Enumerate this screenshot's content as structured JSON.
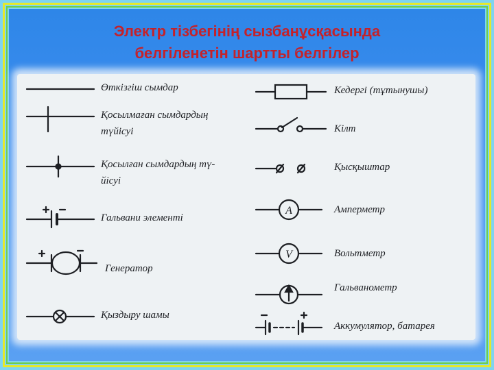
{
  "title": {
    "line1": "Электр тізбегінің сызбанұсқасында",
    "line2": "белгіленетін шартты белгілер"
  },
  "symbols_left": [
    {
      "label": "Өткізгіш сымдар",
      "icon": "wire-icon"
    },
    {
      "label": "Қосылмаған сымдардың",
      "label2": "түйісуі",
      "icon": "unconnected-wires-icon"
    },
    {
      "label": "Қосылған сымдардың тү-",
      "label2": "йісуі",
      "icon": "connected-wires-icon"
    },
    {
      "label": "Гальвани элементі",
      "icon": "galvanic-cell-icon"
    },
    {
      "label": "Генератор",
      "icon": "generator-icon"
    },
    {
      "label": "Қыздыру шамы",
      "icon": "lamp-icon"
    }
  ],
  "symbols_right": [
    {
      "label": "Кедергі (тұтынушы)",
      "icon": "resistor-icon"
    },
    {
      "label": "Кілт",
      "icon": "switch-icon"
    },
    {
      "label": "Қысқыштар",
      "icon": "terminals-icon"
    },
    {
      "label": "Амперметр",
      "icon": "ammeter-icon",
      "glyph": "A"
    },
    {
      "label": "Вольтметр",
      "icon": "voltmeter-icon",
      "glyph": "V"
    },
    {
      "label": "Гальванометр",
      "icon": "galvanometer-icon"
    },
    {
      "label": "Аккумулятор, батарея",
      "icon": "battery-icon"
    }
  ],
  "colors": {
    "title": "#c4222a",
    "background": "#3f8ff0",
    "symbol": "#1d1f23"
  }
}
